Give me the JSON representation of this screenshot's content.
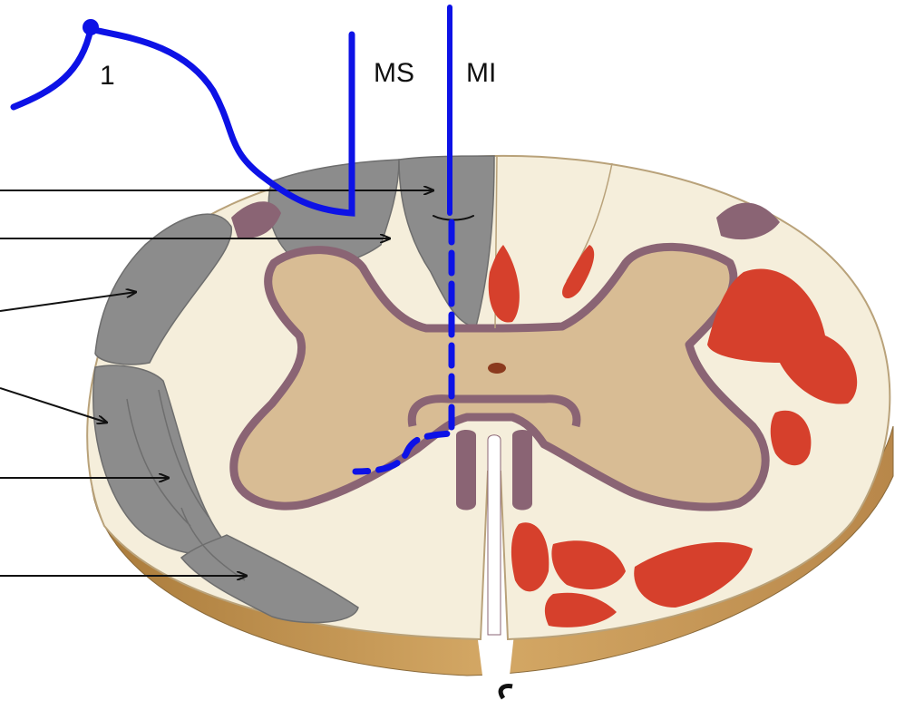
{
  "labels": {
    "neuron_number": "1",
    "column_left": "MS",
    "column_right": "MI"
  },
  "colors": {
    "pathway_blue": "#0d12e6",
    "white_matter": "#f5eedb",
    "gray_matter": "#d8bc94",
    "gray_border": "#8a6474",
    "tract_gray": "#8c8c8c",
    "tract_red": "#d6402c",
    "base_side": "#c7974e",
    "pointer_line": "#111111"
  },
  "icons": {
    "neuron_body": "neuron-cell-body-icon",
    "arrow": "arrow-pointer-icon"
  }
}
